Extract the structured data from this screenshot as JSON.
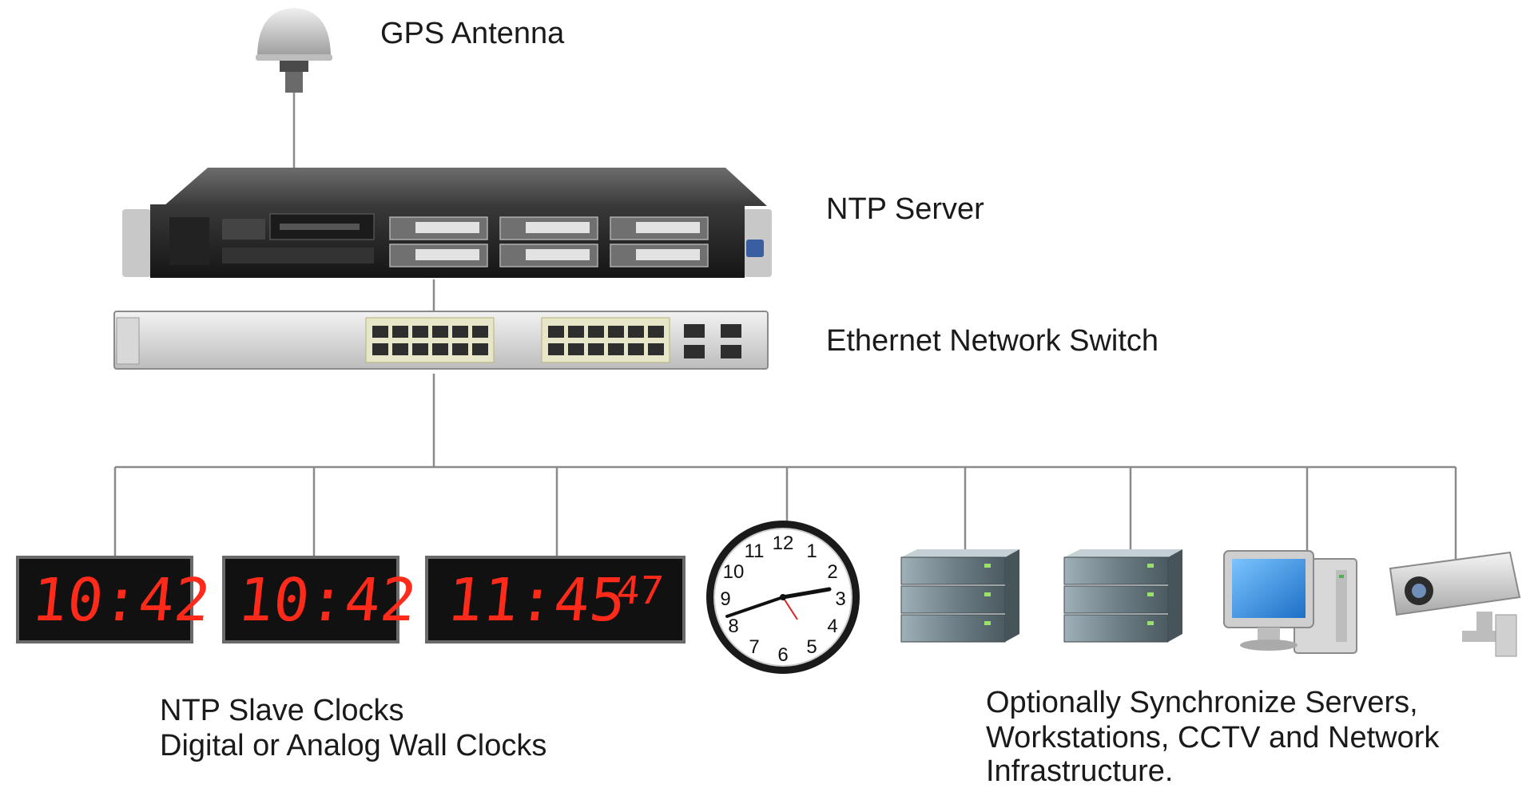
{
  "labels": {
    "gps_antenna": "GPS Antenna",
    "ntp_server": "NTP Server",
    "switch": "Ethernet Network Switch",
    "slave_clocks_line1": "NTP Slave Clocks",
    "slave_clocks_line2": "Digital or Analog Wall Clocks",
    "optional_line1": "Optionally Synchronize Servers,",
    "optional_line2": "Workstations, CCTV and Network",
    "optional_line3": "Infrastructure."
  },
  "clocks": {
    "digital_1": "10:42",
    "digital_2": "10:42",
    "digital_3_time": "11:45",
    "digital_3_seconds": "47",
    "analog_numbers": [
      "12",
      "1",
      "2",
      "3",
      "4",
      "5",
      "6",
      "7",
      "8",
      "9",
      "10",
      "11"
    ]
  },
  "icons": {
    "antenna": "gps-antenna-icon",
    "server": "rack-server-icon",
    "switch": "network-switch-icon",
    "storage": "storage-server-icon",
    "workstation": "workstation-icon",
    "camera": "cctv-camera-icon"
  },
  "colors": {
    "led_red": "#ff2a1a",
    "line": "#8a8a8a",
    "monitor_blue": "#2e8fe0"
  }
}
